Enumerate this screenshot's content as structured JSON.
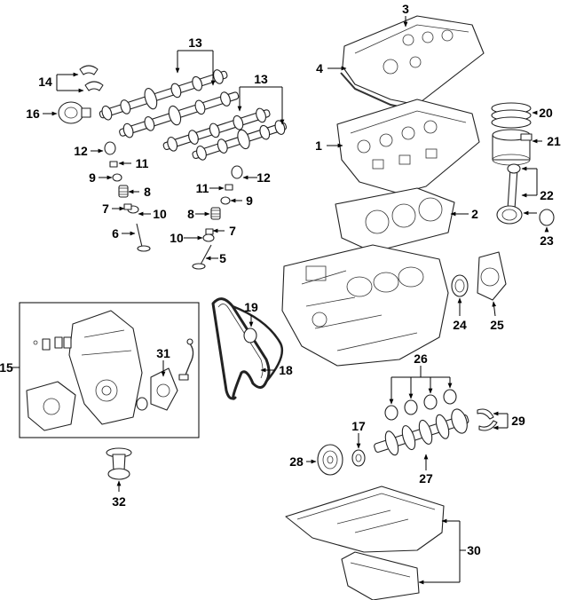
{
  "callouts": {
    "c1": "1",
    "c2": "2",
    "c3": "3",
    "c4": "4",
    "c5": "5",
    "c6": "6",
    "c7a": "7",
    "c7b": "7",
    "c8a": "8",
    "c8b": "8",
    "c9a": "9",
    "c9b": "9",
    "c10a": "10",
    "c10b": "10",
    "c11a": "11",
    "c11b": "11",
    "c12a": "12",
    "c12b": "12",
    "c13a": "13",
    "c13b": "13",
    "c14": "14",
    "c15": "15",
    "c16": "16",
    "c17": "17",
    "c18": "18",
    "c19": "19",
    "c20": "20",
    "c21": "21",
    "c22": "22",
    "c23": "23",
    "c24": "24",
    "c25": "25",
    "c26": "26",
    "c27": "27",
    "c28": "28",
    "c29": "29",
    "c30": "30",
    "c31": "31",
    "c32": "32"
  },
  "colors": {
    "line": "#000000",
    "part_fill": "#ffffff",
    "shade": "#e6e6e6"
  }
}
